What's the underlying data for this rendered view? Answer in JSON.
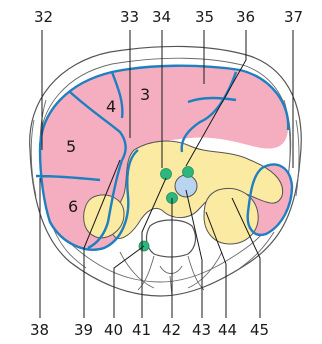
{
  "top_labels": [
    "32",
    "33",
    "34",
    "35",
    "36",
    "37"
  ],
  "bottom_labels": [
    "38",
    "39",
    "40",
    "41",
    "42",
    "43",
    "44",
    "45"
  ],
  "segment_labels": [
    "3",
    "4",
    "5",
    "6"
  ],
  "colors": {
    "liver": "#f5aebf",
    "pancreas_retroperitoneum": "#fbeaa2",
    "portal_lines": "#1f7fc1",
    "vessels": "#2fb67f",
    "aorta": "#b8d4ef"
  }
}
